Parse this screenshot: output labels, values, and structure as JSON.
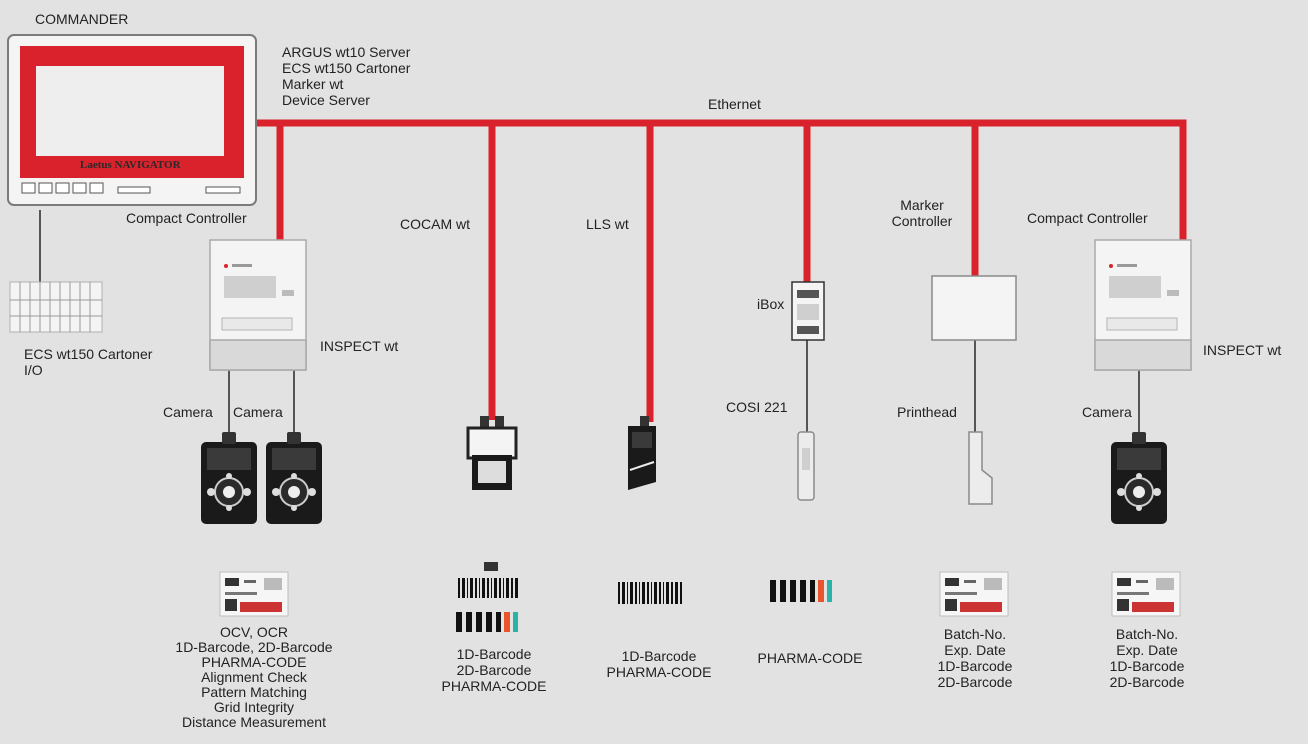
{
  "colors": {
    "background": "#e3e2e2",
    "ethernet": "#d9222b",
    "link": "#555555",
    "device": "#f4f4f4",
    "camera": "#1a1a1a",
    "accent_orange": "#e8542b",
    "accent_teal": "#2ab3a7"
  },
  "labels": {
    "commander": "COMMANDER",
    "navigator_screen_text": "Laetus NAVIGATOR",
    "ethernet": "Ethernet",
    "compact_controller_left": "Compact Controller",
    "compact_controller_right": "Compact Controller",
    "inspect_left": "INSPECT wt",
    "inspect_right": "INSPECT wt",
    "cocam": "COCAM wt",
    "lls": "LLS wt",
    "ibox": "iBox",
    "cosi": "COSI 221",
    "printhead": "Printhead",
    "camera_1": "Camera",
    "camera_2": "Camera",
    "camera_3": "Camera"
  },
  "server_list": [
    "ARGUS wt10 Server",
    "ECS wt150 Cartoner",
    "Marker wt",
    "Device Server"
  ],
  "ecs_io": [
    "ECS wt150 Cartoner",
    "I/O"
  ],
  "marker_controller": [
    "Marker",
    "Controller"
  ],
  "functions": {
    "inspect_left": [
      "OCV, OCR",
      "1D-Barcode, 2D-Barcode",
      "PHARMA-CODE",
      "Alignment Check",
      "Pattern Matching",
      "Grid Integrity",
      "Distance Measurement"
    ],
    "cocam": [
      "1D-Barcode",
      "2D-Barcode",
      "PHARMA-CODE"
    ],
    "lls": [
      "1D-Barcode",
      "PHARMA-CODE"
    ],
    "cosi": [
      "PHARMA-CODE"
    ],
    "marker": [
      "Batch-No.",
      "Exp. Date",
      "1D-Barcode",
      "2D-Barcode"
    ],
    "inspect_right": [
      "Batch-No.",
      "Exp. Date",
      "1D-Barcode",
      "2D-Barcode"
    ]
  }
}
